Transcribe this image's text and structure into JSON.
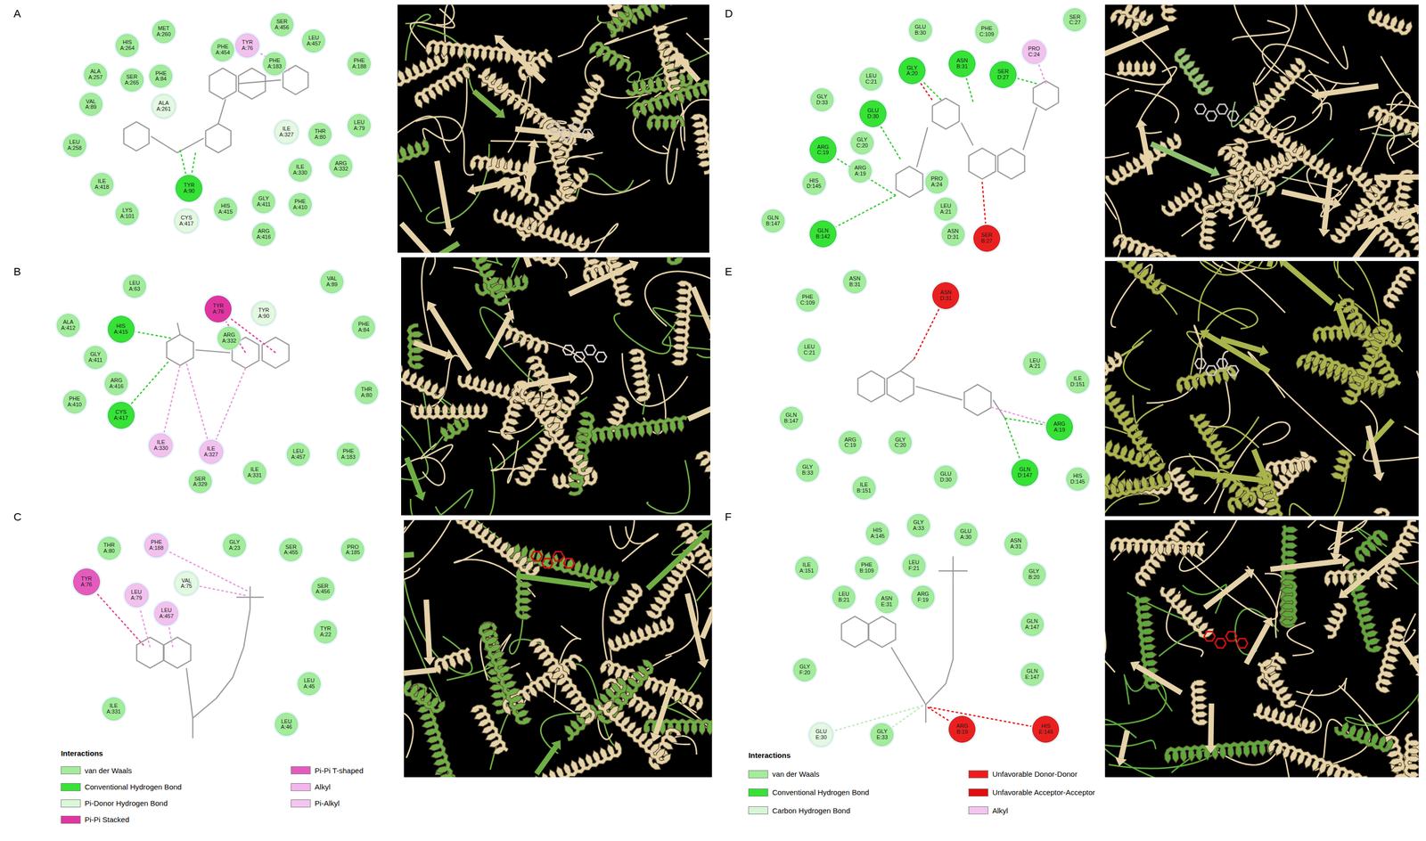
{
  "diagram": {
    "nodes": [
      {
        "text": [
          "MET A:260"
        ]
      },
      {
        "text": [
          "SER A:456"
        ]
      },
      {
        "text": [
          "HIS A:264"
        ]
      },
      {
        "text": [
          "LEU A:457"
        ]
      },
      {
        "text": [
          "PHE A:454"
        ]
      },
      {
        "text": [
          "TYR A:76"
        ]
      },
      {
        "text": [
          "PHE A:183"
        ]
      },
      {
        "text": [
          "PHE A:188"
        ]
      },
      {
        "text": [
          "ALA A:257"
        ]
      },
      {
        "text": [
          "SER A:265"
        ]
      },
      {
        "text": [
          "PHE A:84"
        ]
      },
      {
        "text": [
          "ALA A:261"
        ]
      },
      {
        "text": [
          "VAL A:89"
        ]
      },
      {
        "text": [
          "ILE A:327"
        ]
      },
      {
        "text": [
          "THR A:80"
        ]
      },
      {
        "text": [
          "LEU A:79"
        ]
      },
      {
        "text": [
          "LEU A:258"
        ]
      },
      {
        "text": [
          "ILE A:330"
        ]
      },
      {
        "text": [
          "ARG A:332"
        ]
      },
      {
        "text": [
          "TYR A:90"
        ]
      },
      {
        "text": [
          "ILE A:418"
        ]
      },
      {
        "text": [
          "LYS A:101"
        ]
      },
      {
        "text": [
          "CYS A:417"
        ]
      },
      {
        "text": [
          "HIS A:415"
        ]
      },
      {
        "text": [
          "GLY A:411"
        ]
      },
      {
        "text": [
          "PHE A:410"
        ]
      },
      {
        "text": [
          "ARG A:416"
        ]
      },
      {
        "text": [
          "LEU A:63"
        ]
      },
      {
        "text": [
          "VAL A:89"
        ]
      },
      {
        "text": [
          "ALA A:412"
        ]
      },
      {
        "text": [
          "HIS A:415"
        ]
      },
      {
        "text": [
          "TYR A:76"
        ]
      },
      {
        "text": [
          "TYR A:90"
        ]
      },
      {
        "text": [
          "ARG A:332"
        ]
      },
      {
        "text": [
          "PHE A:84"
        ]
      },
      {
        "text": [
          "GLY A:411"
        ]
      },
      {
        "text": [
          "ARG A:416"
        ]
      },
      {
        "text": [
          "THR A:80"
        ]
      },
      {
        "text": [
          "PHE A:410"
        ]
      },
      {
        "text": [
          "CYS A:417"
        ]
      },
      {
        "text": [
          "ILE A:330"
        ]
      },
      {
        "text": [
          "ILE A:327"
        ]
      },
      {
        "text": [
          "LEU A:457"
        ]
      },
      {
        "text": [
          "PHE A:183"
        ]
      },
      {
        "text": [
          "ILE A:331"
        ]
      },
      {
        "text": [
          "SER A:329"
        ]
      },
      {
        "text": [
          "THR A:80"
        ]
      },
      {
        "text": [
          "PHE A:188"
        ]
      },
      {
        "text": [
          "GLY A:23"
        ]
      },
      {
        "text": [
          "SER A:455"
        ]
      },
      {
        "text": [
          "PRO A:185"
        ]
      },
      {
        "text": [
          "TYR A:76"
        ]
      },
      {
        "text": [
          "LEU A:79"
        ]
      },
      {
        "text": [
          "VAL A:75"
        ]
      },
      {
        "text": [
          "LEU A:457"
        ]
      },
      {
        "text": [
          "SER A:456"
        ]
      },
      {
        "text": [
          "TYR A:22"
        ]
      },
      {
        "text": [
          "LEU A:45"
        ]
      },
      {
        "text": [
          "ILE A:331"
        ]
      },
      {
        "text": [
          "LEU A:46"
        ]
      },
      {
        "text": [
          "GLU B:30"
        ]
      },
      {
        "text": [
          "PHE C:109"
        ]
      },
      {
        "text": [
          "SER C:27"
        ]
      },
      {
        "text": [
          "PRO C:24"
        ]
      },
      {
        "text": [
          "GLY A:20"
        ]
      },
      {
        "text": [
          "ASN B:31"
        ]
      },
      {
        "text": [
          "SER D:27"
        ]
      },
      {
        "text": [
          "LEU C:21"
        ]
      },
      {
        "text": [
          "GLY D:33"
        ]
      },
      {
        "text": [
          "GLU D:30"
        ]
      },
      {
        "text": [
          "GLY C:20"
        ]
      },
      {
        "text": [
          "ARG C:19"
        ]
      },
      {
        "text": [
          "ARG A:19"
        ]
      },
      {
        "text": [
          "HIS D:145"
        ]
      },
      {
        "text": [
          "PRO A:24"
        ]
      },
      {
        "text": [
          "LEU A:21"
        ]
      },
      {
        "text": [
          "ASN D:31"
        ]
      },
      {
        "text": [
          "GLN B:147"
        ]
      },
      {
        "text": [
          "GLN B:142"
        ]
      },
      {
        "text": [
          "SER B:27"
        ]
      },
      {
        "text": [
          "ASN B:31"
        ]
      },
      {
        "text": [
          "PHE C:109"
        ]
      },
      {
        "text": [
          "ASN D:31"
        ]
      },
      {
        "text": [
          "LEU C:21"
        ]
      },
      {
        "text": [
          "LEU A:21"
        ]
      },
      {
        "text": [
          "ILE D:151"
        ]
      },
      {
        "text": [
          "GLN B:147"
        ]
      },
      {
        "text": [
          "ARG A:19"
        ]
      },
      {
        "text": [
          "ARG C:19"
        ]
      },
      {
        "text": [
          "GLY C:20"
        ]
      },
      {
        "text": [
          "GLY B:33"
        ]
      },
      {
        "text": [
          "GLN D:147"
        ]
      },
      {
        "text": [
          "HIS D:145"
        ]
      },
      {
        "text": [
          "ILE B:151"
        ]
      },
      {
        "text": [
          "GLU D:30"
        ]
      },
      {
        "text": [
          "HIS A:145"
        ]
      },
      {
        "text": [
          "GLY A:33"
        ]
      },
      {
        "text": [
          "GLU A:30"
        ]
      },
      {
        "text": [
          "ASN A:31"
        ]
      },
      {
        "text": [
          "ILE A:151"
        ]
      },
      {
        "text": [
          "PHE B:109"
        ]
      },
      {
        "text": [
          "LEU F:21"
        ]
      },
      {
        "text": [
          "GLY B:20"
        ]
      },
      {
        "text": [
          "LEU B:21"
        ]
      },
      {
        "text": [
          "ASN E:31"
        ]
      },
      {
        "text": [
          "ARG F:19"
        ]
      },
      {
        "text": [
          "GLN A:147"
        ]
      },
      {
        "text": [
          "GLN E:147"
        ]
      },
      {
        "text": [
          "GLY F:20"
        ]
      },
      {
        "text": [
          "GLU E:30"
        ]
      },
      {
        "text": [
          "GLY E:33"
        ]
      },
      {
        "text": [
          "ARG B:19"
        ]
      },
      {
        "text": [
          "HIS E:145"
        ]
      }
    ],
    "labels": [
      "A",
      "B",
      "C",
      "D",
      "E",
      "F",
      "Interactions",
      "Interactions"
    ],
    "legend": [
      {
        "text": "van der Waals",
        "color": "#a3ec9b"
      },
      {
        "text": "Conventional Hydrogen Bond",
        "color": "#36e236"
      },
      {
        "text": "Pi-Donor Hydrogen Bond",
        "color": "#d9f7d9"
      },
      {
        "text": "Pi-Pi Stacked",
        "color": "#e0359f"
      },
      {
        "text": "Pi-Pi T-shaped",
        "color": "#e55bbd"
      },
      {
        "text": "Alkyl",
        "color": "#f2b6ec"
      },
      {
        "text": "Pi-Alkyl",
        "color": "#f4c5ef"
      },
      {
        "text": "van der Waals",
        "color": "#a3ec9b"
      },
      {
        "text": "Conventional Hydrogen Bond",
        "color": "#36e236"
      },
      {
        "text": "Carbon Hydrogen Bond",
        "color": "#d6f6d6"
      },
      {
        "text": "Unfavorable Donor-Donor",
        "color": "#ee1c1c"
      },
      {
        "text": "Unfavorable Acceptor-Acceptor",
        "color": "#e01010"
      },
      {
        "text": "Alkyl",
        "color": "#f4c5ef"
      }
    ]
  }
}
